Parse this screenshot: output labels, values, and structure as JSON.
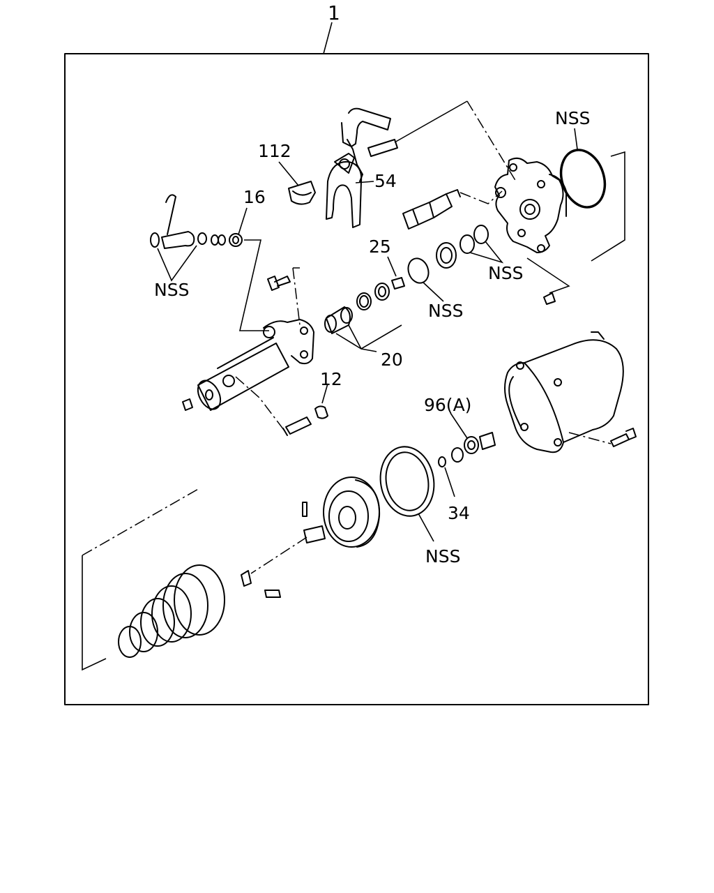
{
  "diagram": {
    "labels": {
      "kit": "1",
      "bracket_clip": "112",
      "shift_fork": "54",
      "spring_seat": "16",
      "o_ring_nss_left": "NSS",
      "pin_25": "25",
      "o_ring_nss_mid": "NSS",
      "bearings_nss": "NSS",
      "seal_nss_top": "NSS",
      "bushings_20": "20",
      "plug_12": "12",
      "washer_96a": "96(A)",
      "ring_34": "34",
      "seal_nss_bottom": "NSS"
    }
  }
}
